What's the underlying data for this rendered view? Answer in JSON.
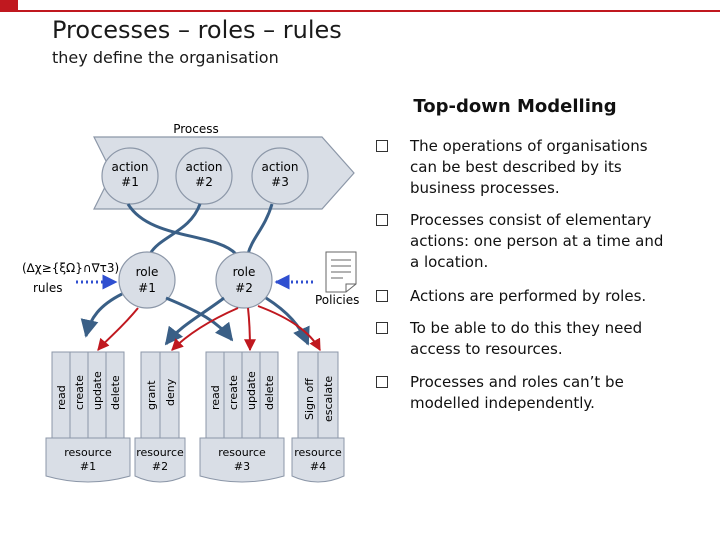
{
  "title": "Processes – roles – rules",
  "subtitle": "they define the organisation",
  "right_title": "Top-down Modelling",
  "bullets": [
    "The operations of organisations can be best described by its business processes.",
    "Processes consist of elementary actions: one person at a time and a location.",
    "Actions are performed by roles.",
    "To be able to do this they need access to resources.",
    "Processes and roles can’t be modelled independently."
  ],
  "diagram": {
    "process_label": "Process",
    "actions": [
      {
        "line1": "action",
        "line2": "#1"
      },
      {
        "line1": "action",
        "line2": "#2"
      },
      {
        "line1": "action",
        "line2": "#3"
      }
    ],
    "roles": [
      {
        "line1": "role",
        "line2": "#1"
      },
      {
        "line1": "role",
        "line2": "#2"
      }
    ],
    "formula": "(∆χ≥{ξΩ}∩∇τ3)",
    "rules_label": "rules",
    "policies_label": "Policies",
    "resources": [
      {
        "line1": "resource",
        "line2": "#1",
        "ops": [
          "read",
          "create",
          "update",
          "delete"
        ]
      },
      {
        "line1": "resource",
        "line2": "#2",
        "ops": [
          "grant",
          "deny"
        ]
      },
      {
        "line1": "resource",
        "line2": "#3",
        "ops": [
          "read",
          "create",
          "update",
          "delete"
        ]
      },
      {
        "line1": "resource",
        "line2": "#4",
        "ops": [
          "Sign off",
          "escalate"
        ]
      }
    ]
  },
  "colors": {
    "accent_red": "#c0181f",
    "shape_fill": "#d9dee6",
    "shape_stroke": "#8c97a8",
    "blue_arrow": "#3a5f86",
    "dotted_blue": "#2f4fd0"
  }
}
